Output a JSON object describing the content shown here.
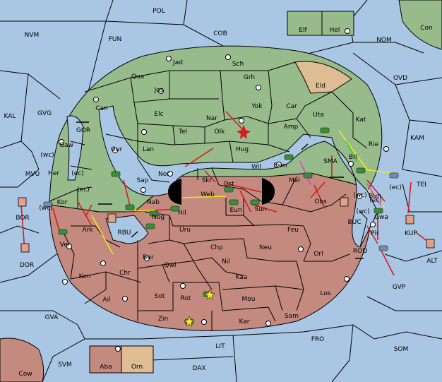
{
  "colors": {
    "sea": "#a9c7e4",
    "land_green": "#98bb8c",
    "land_red": "#c48a7f",
    "land_tan": "#dfbd94",
    "order_move": "#d21e1e",
    "order_support": "#f0e61e",
    "order_convoy": "#e03cc8",
    "order_green": "#2ecc40",
    "army_unit": "#3d8c3d",
    "fleet_unit": "#7a8ca8"
  },
  "map": {
    "sea_labels": [
      "POL",
      "NVM",
      "FUN",
      "COB",
      "NOM",
      "Con",
      "OVD",
      "KAL",
      "GVG",
      "KAM",
      "GOR",
      "SMA",
      "MVU",
      "TEI",
      "BOR",
      "BUC",
      "KUP",
      "DOR",
      "ALT",
      "ROD",
      "GVP",
      "RBU",
      "GVA",
      "FRO",
      "SOM",
      "LIT",
      "SVM",
      "DAX"
    ],
    "land_labels": [
      "Elf",
      "Hel",
      "Jad",
      "Sch",
      "Qua",
      "Grh",
      "Eld",
      "Jos",
      "Can",
      "Yok",
      "Car",
      "Elc",
      "Nar",
      "Uta",
      "Amp",
      "Kat",
      "Tel",
      "Olk",
      "Gaw",
      "Gur",
      "Lan",
      "Hug",
      "Rie",
      "Wil",
      "Bri",
      "Esm",
      "Her",
      "Nor",
      "Skr",
      "Mel",
      "Bun",
      "Sap",
      "Ost",
      "Gwa",
      "Kor",
      "Nab",
      "Web",
      "Obs",
      "Hil",
      "Eun",
      "Sun",
      "Nog",
      "Pir",
      "Ark",
      "Uru",
      "Feu",
      "Ver",
      "Chp",
      "Neu",
      "Orl",
      "Bar",
      "Qwi",
      "Nil",
      "Chr",
      "Ken",
      "Kaa",
      "Los",
      "Sot",
      "Rot",
      "Mou",
      "Ail",
      "Sam",
      "Zin",
      "Kar",
      "Aba",
      "Orn",
      "Cow"
    ],
    "coast_labels": [
      "(wc)",
      "(ec)",
      "(wc)",
      "(ec)",
      "(wc)",
      "(ec)",
      "(wc)",
      "(ec)"
    ]
  }
}
